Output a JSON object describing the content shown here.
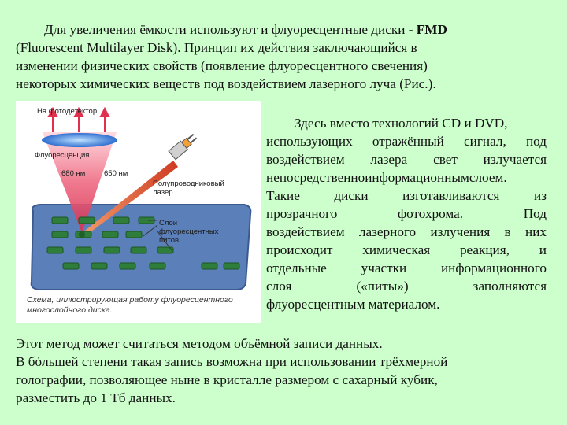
{
  "intro": {
    "line1_a": "Для увеличения ёмкости используют и флуоресцентные диски - ",
    "line1_b": "FMD",
    "line2": "(Fluorescent Multilayer Disk). Принцип их действия заключающийся в",
    "line3": "изменении физических свойств (появление флуоресцентного свечения)",
    "line4": "некоторых химических веществ под воздействием лазерного луча (Рис.)."
  },
  "side": {
    "lines": [
      "Здесь вместо технологий CD и DVD,",
      "использующих отражённый сигнал, под",
      "воздействием лазера свет излучается",
      "непосредственноинформационнымслоем.",
      "Такие диски изготавливаются из",
      "прозрачного фотохрома. Под",
      "воздействием лазерного излучения в них",
      "происходит химическая реакция, и",
      "отдельные участки информационного",
      "слоя («питы») заполняются",
      "флуоресцентным материалом."
    ]
  },
  "bottom": {
    "lines": [
      "Этот метод может считаться методом объёмной записи данных.",
      "В бóльшей степени такая запись возможна при использовании трёхмерной",
      "голографии, позволяющее ныне в кристалле размером с сахарный кубик,",
      "разместить до 1 Тб данных."
    ]
  },
  "figure": {
    "label_detector": "На фотодетектор",
    "label_fluorescence": "Флуоресценция",
    "label_680": "680 нм",
    "label_650": "650 нм",
    "label_laser": "Полупроводниковый лазер",
    "label_layers": "Слои флуоресцентных питов",
    "caption": "Схема, иллюстрирующая работу флуоресцентного многослойного диска."
  },
  "colors": {
    "background": "#ccffcc",
    "disk": "#5b7fb8",
    "pits": "#2f7d3a",
    "cone": "#e8506a",
    "laser_beam": "#d9532b",
    "lens": "#3d7fd6"
  }
}
